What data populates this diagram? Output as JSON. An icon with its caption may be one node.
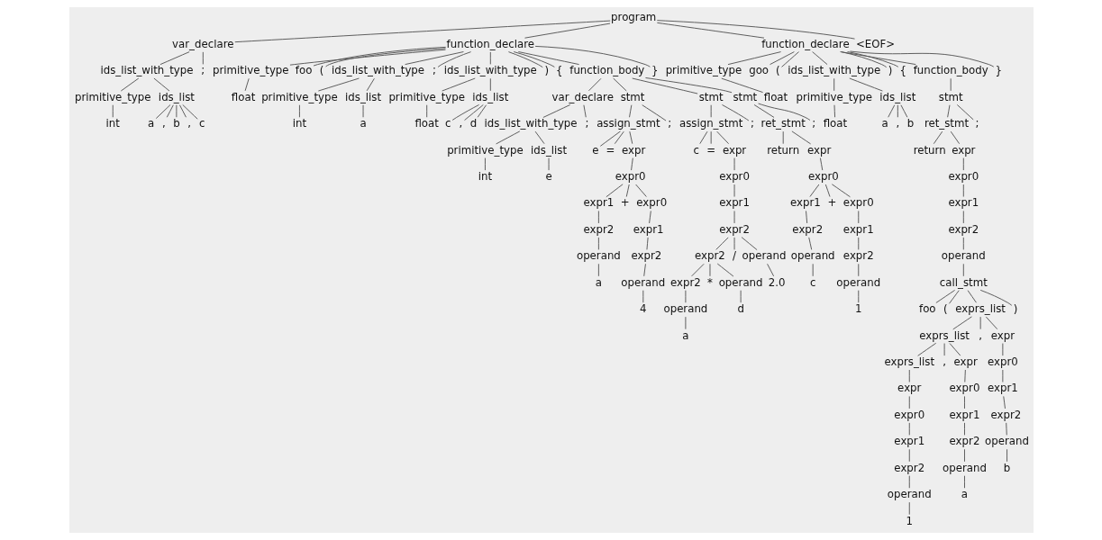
{
  "diagram": {
    "nodes": [
      {
        "text": [
          "program"
        ]
      },
      {
        "text": [
          "var_declare"
        ]
      },
      {
        "text": [
          "ids_list_with_type"
        ]
      },
      {
        "text": [
          "primitive_type"
        ]
      },
      {
        "text": [
          "int"
        ]
      },
      {
        "text": [
          "ids_list"
        ]
      },
      {
        "text": [
          "a"
        ]
      },
      {
        "text": [
          ","
        ]
      },
      {
        "text": [
          "b"
        ]
      },
      {
        "text": [
          ","
        ]
      },
      {
        "text": [
          "c"
        ]
      },
      {
        "text": [
          ";"
        ]
      },
      {
        "text": [
          "function_declare"
        ]
      },
      {
        "text": [
          "primitive_type"
        ]
      },
      {
        "text": [
          "float"
        ]
      },
      {
        "text": [
          "foo"
        ]
      },
      {
        "text": [
          "("
        ]
      },
      {
        "text": [
          "ids_list_with_type"
        ]
      },
      {
        "text": [
          "primitive_type"
        ]
      },
      {
        "text": [
          "int"
        ]
      },
      {
        "text": [
          "ids_list"
        ]
      },
      {
        "text": [
          "a"
        ]
      },
      {
        "text": [
          ";"
        ]
      },
      {
        "text": [
          "ids_list_with_type"
        ]
      },
      {
        "text": [
          "primitive_type"
        ]
      },
      {
        "text": [
          "float"
        ]
      },
      {
        "text": [
          "ids_list"
        ]
      },
      {
        "text": [
          "c"
        ]
      },
      {
        "text": [
          ","
        ]
      },
      {
        "text": [
          "d"
        ]
      },
      {
        "text": [
          ")"
        ]
      },
      {
        "text": [
          "{"
        ]
      },
      {
        "text": [
          "function_body"
        ]
      },
      {
        "text": [
          "var_declare"
        ]
      },
      {
        "text": [
          "ids_list_with_type"
        ]
      },
      {
        "text": [
          "primitive_type"
        ]
      },
      {
        "text": [
          "int"
        ]
      },
      {
        "text": [
          "ids_list"
        ]
      },
      {
        "text": [
          "e"
        ]
      },
      {
        "text": [
          ";"
        ]
      },
      {
        "text": [
          "stmt"
        ]
      },
      {
        "text": [
          "assign_stmt"
        ]
      },
      {
        "text": [
          "e"
        ]
      },
      {
        "text": [
          "="
        ]
      },
      {
        "text": [
          "expr"
        ]
      },
      {
        "text": [
          "expr0"
        ]
      },
      {
        "text": [
          "expr1"
        ]
      },
      {
        "text": [
          "expr2"
        ]
      },
      {
        "text": [
          "operand"
        ]
      },
      {
        "text": [
          "a"
        ]
      },
      {
        "text": [
          "+"
        ]
      },
      {
        "text": [
          "expr0"
        ]
      },
      {
        "text": [
          "expr1"
        ]
      },
      {
        "text": [
          "expr2"
        ]
      },
      {
        "text": [
          "operand"
        ]
      },
      {
        "text": [
          "4"
        ]
      },
      {
        "text": [
          ";"
        ]
      },
      {
        "text": [
          "stmt"
        ]
      },
      {
        "text": [
          "assign_stmt"
        ]
      },
      {
        "text": [
          "c"
        ]
      },
      {
        "text": [
          "="
        ]
      },
      {
        "text": [
          "expr"
        ]
      },
      {
        "text": [
          "expr0"
        ]
      },
      {
        "text": [
          "expr1"
        ]
      },
      {
        "text": [
          "expr2"
        ]
      },
      {
        "text": [
          "expr2"
        ]
      },
      {
        "text": [
          "expr2"
        ]
      },
      {
        "text": [
          "operand"
        ]
      },
      {
        "text": [
          "a"
        ]
      },
      {
        "text": [
          "*"
        ]
      },
      {
        "text": [
          "operand"
        ]
      },
      {
        "text": [
          "d"
        ]
      },
      {
        "text": [
          "/"
        ]
      },
      {
        "text": [
          "operand"
        ]
      },
      {
        "text": [
          "2.0"
        ]
      },
      {
        "text": [
          ";"
        ]
      },
      {
        "text": [
          "stmt"
        ]
      },
      {
        "text": [
          "ret_stmt"
        ]
      },
      {
        "text": [
          "return"
        ]
      },
      {
        "text": [
          "expr"
        ]
      },
      {
        "text": [
          "expr0"
        ]
      },
      {
        "text": [
          "expr1"
        ]
      },
      {
        "text": [
          "expr2"
        ]
      },
      {
        "text": [
          "operand"
        ]
      },
      {
        "text": [
          "c"
        ]
      },
      {
        "text": [
          "+"
        ]
      },
      {
        "text": [
          "expr0"
        ]
      },
      {
        "text": [
          "expr1"
        ]
      },
      {
        "text": [
          "expr2"
        ]
      },
      {
        "text": [
          "operand"
        ]
      },
      {
        "text": [
          "1"
        ]
      },
      {
        "text": [
          ";"
        ]
      },
      {
        "text": [
          "}"
        ]
      },
      {
        "text": [
          "function_declare"
        ]
      },
      {
        "text": [
          "primitive_type"
        ]
      },
      {
        "text": [
          "float"
        ]
      },
      {
        "text": [
          "goo"
        ]
      },
      {
        "text": [
          "("
        ]
      },
      {
        "text": [
          "ids_list_with_type"
        ]
      },
      {
        "text": [
          "primitive_type"
        ]
      },
      {
        "text": [
          "float"
        ]
      },
      {
        "text": [
          "ids_list"
        ]
      },
      {
        "text": [
          "a"
        ]
      },
      {
        "text": [
          ","
        ]
      },
      {
        "text": [
          "b"
        ]
      },
      {
        "text": [
          ")"
        ]
      },
      {
        "text": [
          "{"
        ]
      },
      {
        "text": [
          "function_body"
        ]
      },
      {
        "text": [
          "stmt"
        ]
      },
      {
        "text": [
          "ret_stmt"
        ]
      },
      {
        "text": [
          "return"
        ]
      },
      {
        "text": [
          "expr"
        ]
      },
      {
        "text": [
          "expr0"
        ]
      },
      {
        "text": [
          "expr1"
        ]
      },
      {
        "text": [
          "expr2"
        ]
      },
      {
        "text": [
          "operand"
        ]
      },
      {
        "text": [
          "call_stmt"
        ]
      },
      {
        "text": [
          "foo"
        ]
      },
      {
        "text": [
          "("
        ]
      },
      {
        "text": [
          "exprs_list"
        ]
      },
      {
        "text": [
          "exprs_list"
        ]
      },
      {
        "text": [
          "exprs_list"
        ]
      },
      {
        "text": [
          "expr"
        ]
      },
      {
        "text": [
          "expr0"
        ]
      },
      {
        "text": [
          "expr1"
        ]
      },
      {
        "text": [
          "expr2"
        ]
      },
      {
        "text": [
          "operand"
        ]
      },
      {
        "text": [
          "1"
        ]
      },
      {
        "text": [
          ","
        ]
      },
      {
        "text": [
          "expr"
        ]
      },
      {
        "text": [
          "expr0"
        ]
      },
      {
        "text": [
          "expr1"
        ]
      },
      {
        "text": [
          "expr2"
        ]
      },
      {
        "text": [
          "operand"
        ]
      },
      {
        "text": [
          "a"
        ]
      },
      {
        "text": [
          ","
        ]
      },
      {
        "text": [
          "expr"
        ]
      },
      {
        "text": [
          "expr0"
        ]
      },
      {
        "text": [
          "expr1"
        ]
      },
      {
        "text": [
          "expr2"
        ]
      },
      {
        "text": [
          "operand"
        ]
      },
      {
        "text": [
          "b"
        ]
      },
      {
        "text": [
          ")"
        ]
      },
      {
        "text": [
          ";"
        ]
      },
      {
        "text": [
          "}"
        ]
      },
      {
        "text": [
          "<EOF>"
        ]
      }
    ],
    "edges": [
      {
        "from": 0,
        "to": 1,
        "arrow": "none"
      },
      {
        "from": 0,
        "to": 12,
        "arrow": "none"
      },
      {
        "from": 0,
        "to": 93,
        "arrow": "none"
      },
      {
        "from": 0,
        "to": 145,
        "arrow": "none"
      },
      {
        "from": 1,
        "to": 2,
        "arrow": "none"
      },
      {
        "from": 1,
        "to": 11,
        "arrow": "none"
      },
      {
        "from": 2,
        "to": 3,
        "arrow": "none"
      },
      {
        "from": 2,
        "to": 5,
        "arrow": "none"
      },
      {
        "from": 3,
        "to": 4,
        "arrow": "none"
      },
      {
        "from": 5,
        "to": 6,
        "arrow": "none"
      },
      {
        "from": 5,
        "to": 7,
        "arrow": "none"
      },
      {
        "from": 5,
        "to": 8,
        "arrow": "none"
      },
      {
        "from": 5,
        "to": 9,
        "arrow": "none"
      },
      {
        "from": 5,
        "to": 10,
        "arrow": "none"
      },
      {
        "from": 12,
        "to": 13,
        "arrow": "none"
      },
      {
        "from": 12,
        "to": 15,
        "arrow": "none"
      },
      {
        "from": 12,
        "to": 16,
        "arrow": "none"
      },
      {
        "from": 12,
        "to": 17,
        "arrow": "none"
      },
      {
        "from": 12,
        "to": 22,
        "arrow": "none"
      },
      {
        "from": 12,
        "to": 23,
        "arrow": "none"
      },
      {
        "from": 12,
        "to": 30,
        "arrow": "none"
      },
      {
        "from": 12,
        "to": 31,
        "arrow": "none"
      },
      {
        "from": 12,
        "to": 32,
        "arrow": "none"
      },
      {
        "from": 12,
        "to": 92,
        "arrow": "none"
      },
      {
        "from": 13,
        "to": 14,
        "arrow": "none"
      },
      {
        "from": 17,
        "to": 18,
        "arrow": "none"
      },
      {
        "from": 17,
        "to": 20,
        "arrow": "none"
      },
      {
        "from": 18,
        "to": 19,
        "arrow": "none"
      },
      {
        "from": 20,
        "to": 21,
        "arrow": "none"
      },
      {
        "from": 23,
        "to": 24,
        "arrow": "none"
      },
      {
        "from": 23,
        "to": 26,
        "arrow": "none"
      },
      {
        "from": 24,
        "to": 25,
        "arrow": "none"
      },
      {
        "from": 26,
        "to": 27,
        "arrow": "none"
      },
      {
        "from": 26,
        "to": 28,
        "arrow": "none"
      },
      {
        "from": 26,
        "to": 29,
        "arrow": "none"
      },
      {
        "from": 32,
        "to": 33,
        "arrow": "none"
      },
      {
        "from": 32,
        "to": 40,
        "arrow": "none"
      },
      {
        "from": 32,
        "to": 57,
        "arrow": "none"
      },
      {
        "from": 32,
        "to": 76,
        "arrow": "none"
      },
      {
        "from": 33,
        "to": 34,
        "arrow": "none"
      },
      {
        "from": 33,
        "to": 39,
        "arrow": "none"
      },
      {
        "from": 34,
        "to": 35,
        "arrow": "none"
      },
      {
        "from": 34,
        "to": 37,
        "arrow": "none"
      },
      {
        "from": 35,
        "to": 36,
        "arrow": "none"
      },
      {
        "from": 37,
        "to": 38,
        "arrow": "none"
      },
      {
        "from": 40,
        "to": 41,
        "arrow": "none"
      },
      {
        "from": 40,
        "to": 56,
        "arrow": "none"
      },
      {
        "from": 41,
        "to": 42,
        "arrow": "none"
      },
      {
        "from": 41,
        "to": 43,
        "arrow": "none"
      },
      {
        "from": 41,
        "to": 44,
        "arrow": "none"
      },
      {
        "from": 44,
        "to": 45,
        "arrow": "none"
      },
      {
        "from": 45,
        "to": 46,
        "arrow": "none"
      },
      {
        "from": 45,
        "to": 50,
        "arrow": "none"
      },
      {
        "from": 45,
        "to": 51,
        "arrow": "none"
      },
      {
        "from": 46,
        "to": 47,
        "arrow": "none"
      },
      {
        "from": 47,
        "to": 48,
        "arrow": "none"
      },
      {
        "from": 48,
        "to": 49,
        "arrow": "none"
      },
      {
        "from": 51,
        "to": 52,
        "arrow": "none"
      },
      {
        "from": 52,
        "to": 53,
        "arrow": "none"
      },
      {
        "from": 53,
        "to": 54,
        "arrow": "none"
      },
      {
        "from": 54,
        "to": 55,
        "arrow": "none"
      },
      {
        "from": 57,
        "to": 58,
        "arrow": "none"
      },
      {
        "from": 57,
        "to": 75,
        "arrow": "none"
      },
      {
        "from": 58,
        "to": 59,
        "arrow": "none"
      },
      {
        "from": 58,
        "to": 60,
        "arrow": "none"
      },
      {
        "from": 58,
        "to": 61,
        "arrow": "none"
      },
      {
        "from": 61,
        "to": 62,
        "arrow": "none"
      },
      {
        "from": 62,
        "to": 63,
        "arrow": "none"
      },
      {
        "from": 63,
        "to": 64,
        "arrow": "none"
      },
      {
        "from": 64,
        "to": 65,
        "arrow": "none"
      },
      {
        "from": 64,
        "to": 72,
        "arrow": "none"
      },
      {
        "from": 64,
        "to": 73,
        "arrow": "none"
      },
      {
        "from": 65,
        "to": 66,
        "arrow": "none"
      },
      {
        "from": 65,
        "to": 69,
        "arrow": "none"
      },
      {
        "from": 65,
        "to": 70,
        "arrow": "none"
      },
      {
        "from": 66,
        "to": 67,
        "arrow": "none"
      },
      {
        "from": 67,
        "to": 68,
        "arrow": "none"
      },
      {
        "from": 70,
        "to": 71,
        "arrow": "none"
      },
      {
        "from": 73,
        "to": 74,
        "arrow": "none"
      },
      {
        "from": 76,
        "to": 77,
        "arrow": "none"
      },
      {
        "from": 76,
        "to": 91,
        "arrow": "none"
      },
      {
        "from": 77,
        "to": 78,
        "arrow": "none"
      },
      {
        "from": 77,
        "to": 79,
        "arrow": "none"
      },
      {
        "from": 79,
        "to": 80,
        "arrow": "none"
      },
      {
        "from": 80,
        "to": 81,
        "arrow": "none"
      },
      {
        "from": 80,
        "to": 85,
        "arrow": "none"
      },
      {
        "from": 80,
        "to": 86,
        "arrow": "none"
      },
      {
        "from": 81,
        "to": 82,
        "arrow": "none"
      },
      {
        "from": 82,
        "to": 83,
        "arrow": "none"
      },
      {
        "from": 83,
        "to": 84,
        "arrow": "none"
      },
      {
        "from": 86,
        "to": 87,
        "arrow": "none"
      },
      {
        "from": 87,
        "to": 88,
        "arrow": "none"
      },
      {
        "from": 88,
        "to": 89,
        "arrow": "none"
      },
      {
        "from": 89,
        "to": 90,
        "arrow": "none"
      },
      {
        "from": 93,
        "to": 94,
        "arrow": "none"
      },
      {
        "from": 93,
        "to": 96,
        "arrow": "none"
      },
      {
        "from": 93,
        "to": 97,
        "arrow": "none"
      },
      {
        "from": 93,
        "to": 98,
        "arrow": "none"
      },
      {
        "from": 93,
        "to": 105,
        "arrow": "none"
      },
      {
        "from": 93,
        "to": 106,
        "arrow": "none"
      },
      {
        "from": 93,
        "to": 107,
        "arrow": "none"
      },
      {
        "from": 93,
        "to": 144,
        "arrow": "none"
      },
      {
        "from": 94,
        "to": 95,
        "arrow": "none"
      },
      {
        "from": 98,
        "to": 99,
        "arrow": "none"
      },
      {
        "from": 98,
        "to": 101,
        "arrow": "none"
      },
      {
        "from": 99,
        "to": 100,
        "arrow": "none"
      },
      {
        "from": 101,
        "to": 102,
        "arrow": "none"
      },
      {
        "from": 101,
        "to": 103,
        "arrow": "none"
      },
      {
        "from": 101,
        "to": 104,
        "arrow": "none"
      },
      {
        "from": 107,
        "to": 108,
        "arrow": "none"
      },
      {
        "from": 108,
        "to": 109,
        "arrow": "none"
      },
      {
        "from": 108,
        "to": 143,
        "arrow": "none"
      },
      {
        "from": 109,
        "to": 110,
        "arrow": "none"
      },
      {
        "from": 109,
        "to": 111,
        "arrow": "none"
      },
      {
        "from": 111,
        "to": 112,
        "arrow": "none"
      },
      {
        "from": 112,
        "to": 113,
        "arrow": "none"
      },
      {
        "from": 113,
        "to": 114,
        "arrow": "none"
      },
      {
        "from": 114,
        "to": 115,
        "arrow": "none"
      },
      {
        "from": 115,
        "to": 116,
        "arrow": "none"
      },
      {
        "from": 116,
        "to": 117,
        "arrow": "none"
      },
      {
        "from": 116,
        "to": 118,
        "arrow": "none"
      },
      {
        "from": 116,
        "to": 119,
        "arrow": "none"
      },
      {
        "from": 116,
        "to": 142,
        "arrow": "none"
      },
      {
        "from": 119,
        "to": 120,
        "arrow": "none"
      },
      {
        "from": 119,
        "to": 135,
        "arrow": "none"
      },
      {
        "from": 119,
        "to": 136,
        "arrow": "none"
      },
      {
        "from": 120,
        "to": 121,
        "arrow": "none"
      },
      {
        "from": 120,
        "to": 128,
        "arrow": "none"
      },
      {
        "from": 120,
        "to": 129,
        "arrow": "none"
      },
      {
        "from": 121,
        "to": 122,
        "arrow": "none"
      },
      {
        "from": 122,
        "to": 123,
        "arrow": "none"
      },
      {
        "from": 123,
        "to": 124,
        "arrow": "none"
      },
      {
        "from": 124,
        "to": 125,
        "arrow": "none"
      },
      {
        "from": 125,
        "to": 126,
        "arrow": "none"
      },
      {
        "from": 126,
        "to": 127,
        "arrow": "none"
      },
      {
        "from": 129,
        "to": 130,
        "arrow": "none"
      },
      {
        "from": 130,
        "to": 131,
        "arrow": "none"
      },
      {
        "from": 131,
        "to": 132,
        "arrow": "none"
      },
      {
        "from": 132,
        "to": 133,
        "arrow": "none"
      },
      {
        "from": 133,
        "to": 134,
        "arrow": "none"
      },
      {
        "from": 136,
        "to": 137,
        "arrow": "none"
      },
      {
        "from": 137,
        "to": 138,
        "arrow": "none"
      },
      {
        "from": 138,
        "to": 139,
        "arrow": "none"
      },
      {
        "from": 139,
        "to": 140,
        "arrow": "none"
      },
      {
        "from": 140,
        "to": 141,
        "arrow": "none"
      }
    ]
  }
}
